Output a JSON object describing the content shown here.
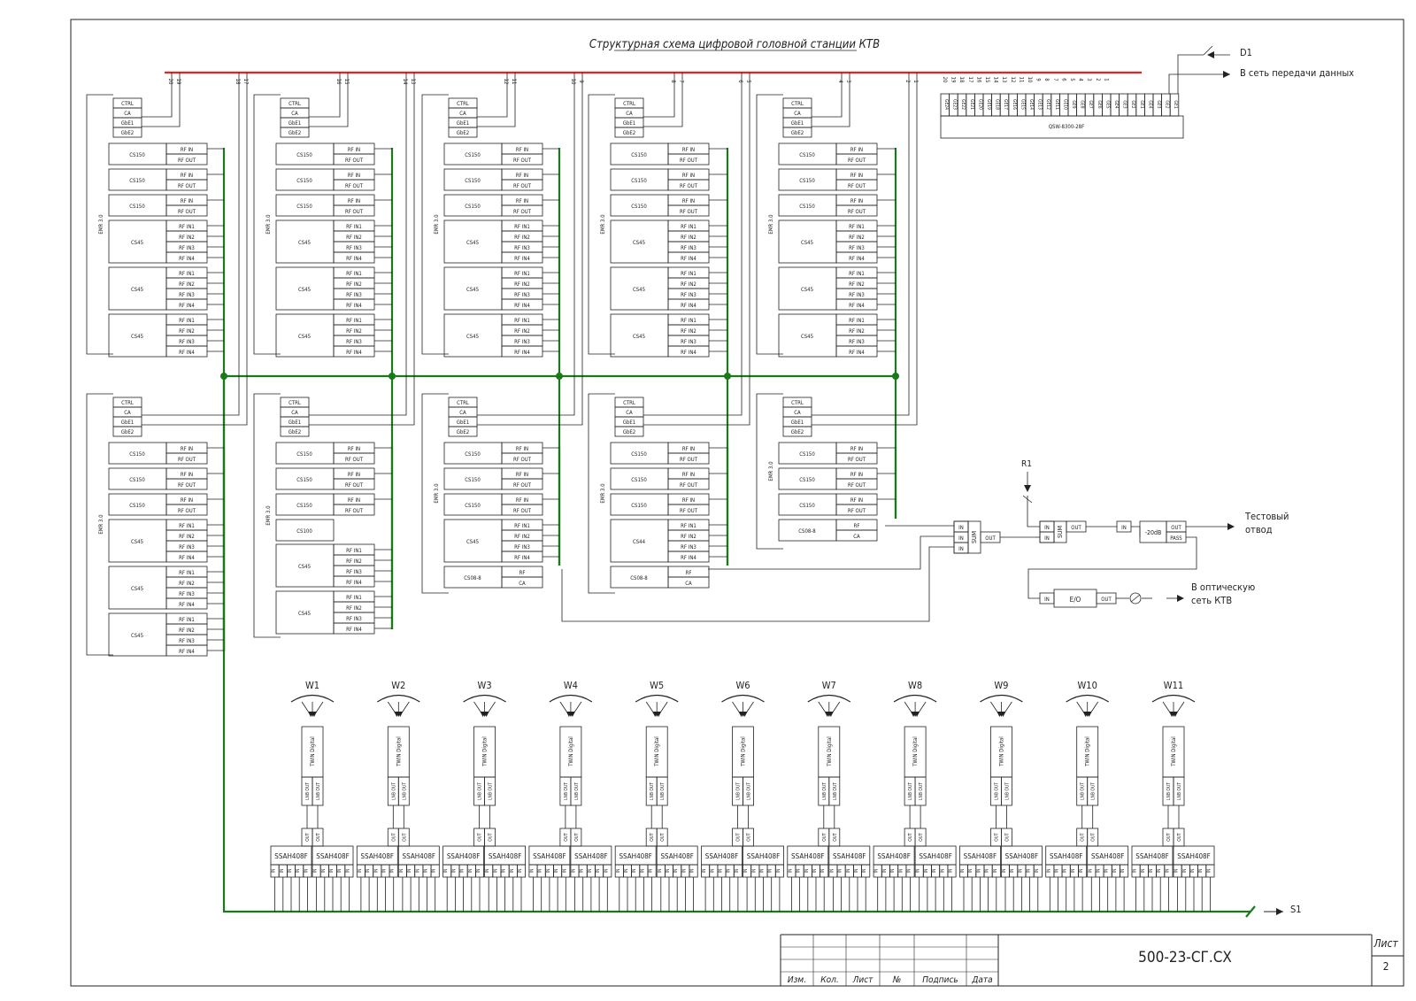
{
  "title": "Структурная схема цифровой головной станции КТВ",
  "colors": {
    "red_bus": "#e8231f",
    "green_bus": "#1a7a1a",
    "line": "#222222"
  },
  "emr": {
    "chassis_label": "EMR 3.0",
    "ctrl_ports": [
      "CTRL",
      "CA",
      "GbE1",
      "GbE2"
    ],
    "cs150_label": "CS150",
    "cs45_label": "CS45",
    "cs44_label": "CS44",
    "cs100_label": "CS100",
    "cs08_label": "CS08-8",
    "rf_in": "RF IN",
    "rf_out": "RF OUT",
    "rf_in_multi": [
      "RF IN1",
      "RF IN2",
      "RF IN3",
      "RF IN4"
    ],
    "rf": "RF",
    "ca": "CA"
  },
  "port_numbers": [
    "20",
    "19",
    "18",
    "17",
    "16",
    "15",
    "14",
    "13",
    "12",
    "11",
    "10",
    "9",
    "8",
    "7",
    "6",
    "5",
    "4",
    "3",
    "2",
    "1"
  ],
  "switch": {
    "label": "QSW-8300-28F",
    "ports": [
      "GE24",
      "GE23",
      "GE22",
      "GE21",
      "GE20",
      "GE19",
      "GE18",
      "GE17",
      "GE16",
      "GE15",
      "GE14",
      "GE13",
      "GE12",
      "GE11",
      "GE10",
      "GE9",
      "GE8",
      "GE7",
      "GE6",
      "GE5",
      "GE4",
      "GE3",
      "GE2",
      "GE1",
      "GE4",
      "GE3",
      "GE2",
      "GE1"
    ],
    "port_numbers": [
      "20",
      "19",
      "18",
      "17",
      "16",
      "15",
      "14",
      "13",
      "12",
      "11",
      "10",
      "9",
      "8",
      "7",
      "6",
      "5",
      "4",
      "3",
      "2",
      "1"
    ],
    "d1": "D1",
    "data_net": "В сеть передачи данных"
  },
  "rf_chain": {
    "sum_label": "SUM",
    "in": "IN",
    "out": "OUT",
    "r1": "R1",
    "attenuator": "-20dB",
    "pass": "PASS",
    "eo": "E/O",
    "test_tap": [
      "Тестовый",
      "отвод"
    ],
    "optical_net": [
      "В оптическую",
      "сеть КТВ"
    ]
  },
  "dishes": [
    "W1",
    "W2",
    "W3",
    "W4",
    "W5",
    "W6",
    "W7",
    "W8",
    "W9",
    "W10",
    "W11"
  ],
  "lnb": {
    "label": "TWIN Digital",
    "outs": [
      "LNB OUT",
      "LNB OUT"
    ],
    "out": "OUT"
  },
  "multiswitch": {
    "label": "SSAH408F",
    "in": "IN"
  },
  "s1": "S1",
  "stamp": {
    "headers": [
      "Изм.",
      "Кол.",
      "Лист",
      "№",
      "Подпись",
      "Дата"
    ],
    "code": "500-23-СГ.СХ",
    "sheet_label": "Лист",
    "sheet_number": "2"
  }
}
